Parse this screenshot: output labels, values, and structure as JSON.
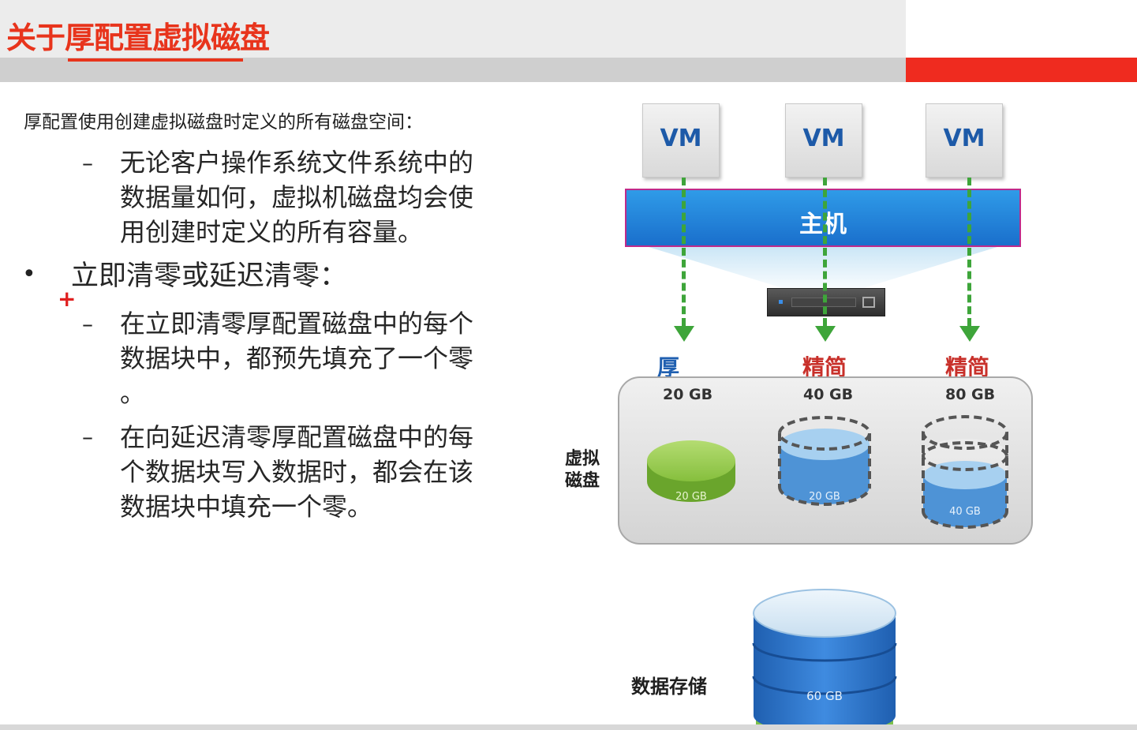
{
  "header": {
    "title": "关于厚配置虚拟磁盘"
  },
  "content": {
    "intro": "厚配置使用创建虚拟磁盘时定义的所有磁盘空间：",
    "sub1_dash": "–",
    "sub1": "无论客户操作系统文件系统中的\n数据量如何，虚拟机磁盘均会使\n用创建时定义的所有容量。",
    "bullet_mark": "•",
    "bullet": "立即清零或延迟清零：",
    "sub2_dash": "–",
    "sub2": "在立即清零厚配置磁盘中的每个\n数据块中，都预先填充了一个零\n。",
    "sub3_dash": "–",
    "sub3": "在向延迟清零厚配置磁盘中的每\n个数据块写入数据时，都会在该\n数据块中填充一个零。"
  },
  "diagram": {
    "vms": [
      "VM",
      "VM",
      "VM"
    ],
    "host_label": "主机",
    "disks": [
      {
        "type": "厚",
        "type_color": "#1f5fb0",
        "size": "20 GB",
        "fill": "20 GB"
      },
      {
        "type": "精简",
        "type_color": "#c8302a",
        "size": "40 GB",
        "fill": "20 GB"
      },
      {
        "type": "精简",
        "type_color": "#c8302a",
        "size": "80 GB",
        "fill": "40 GB"
      }
    ],
    "virtual_disk_label": "虚拟\n磁盘",
    "datastore_label": "数据存储",
    "datastore_size": "60 GB"
  },
  "colors": {
    "accent_red": "#ef2b1f",
    "title_red": "#e8341c",
    "arrow_green": "#3ea53a",
    "host_blue": "#1a6fcc"
  }
}
